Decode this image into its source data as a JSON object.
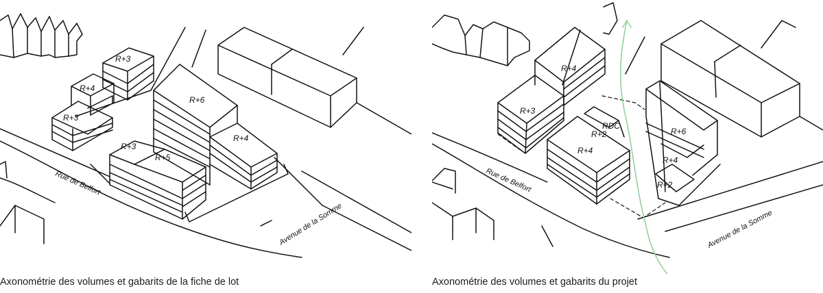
{
  "left": {
    "caption": "Axonométrie des volumes et gabarits de la fiche de lot",
    "street_1": "Rue de Belfort",
    "street_2": "Avenue de la Somme",
    "labels": [
      "R+3",
      "R+4",
      "R+3",
      "R+6",
      "R+4",
      "R+3",
      "R+5"
    ]
  },
  "right": {
    "caption": "Axonométrie des volumes et gabarits du projet",
    "street_1": "Rue de Belfort",
    "street_2": "Avenue de la Somme",
    "labels": [
      "R+4",
      "R+3",
      "RDC",
      "R+2",
      "R+4",
      "R+6",
      "R+4",
      "R+2"
    ]
  },
  "colors": {
    "ink": "#111111",
    "path": "#8fd19e"
  }
}
